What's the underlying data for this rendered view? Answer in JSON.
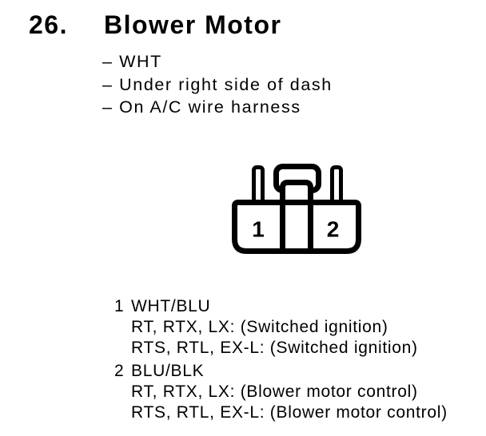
{
  "colors": {
    "ink": "#000000",
    "paper": "#ffffff"
  },
  "header": {
    "number": "26.",
    "title": "Blower Motor"
  },
  "notes": [
    "– WHT",
    "– Under right side of dash",
    "– On A/C wire harness"
  ],
  "connector": {
    "cavity_labels": [
      "1",
      "2"
    ]
  },
  "pins": [
    {
      "number": "1",
      "wire_color": "WHT/BLU",
      "details": [
        "RT, RTX, LX: (Switched ignition)",
        "RTS, RTL, EX-L: (Switched ignition)"
      ]
    },
    {
      "number": "2",
      "wire_color": "BLU/BLK",
      "details": [
        "RT, RTX, LX: (Blower motor control)",
        "RTS, RTL, EX-L: (Blower motor control)"
      ]
    }
  ]
}
